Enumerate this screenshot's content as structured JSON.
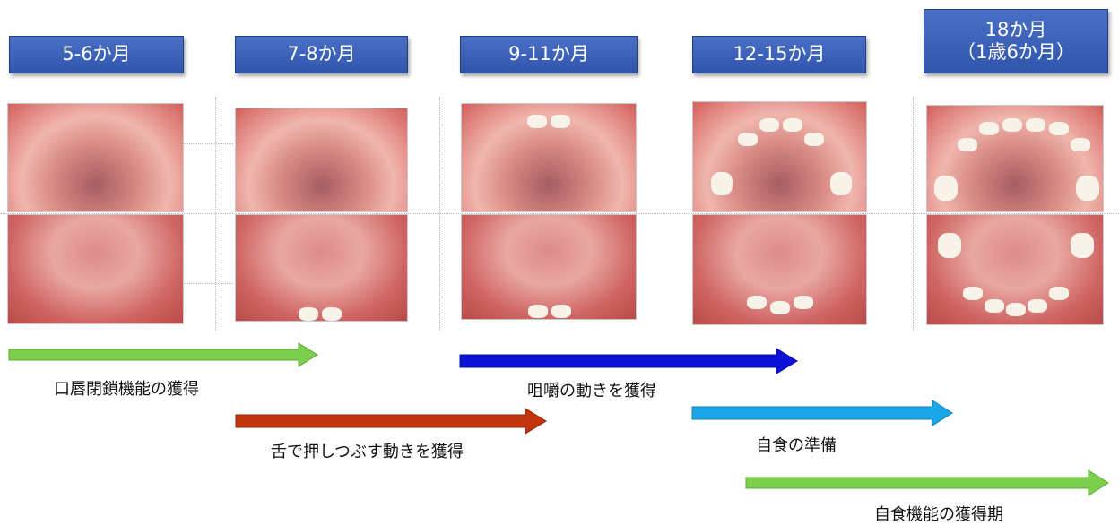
{
  "ages": [
    {
      "lines": [
        "5-6か月"
      ]
    },
    {
      "lines": [
        "7-8か月"
      ]
    },
    {
      "lines": [
        "9-11か月"
      ]
    },
    {
      "lines": [
        "12-15か月"
      ]
    },
    {
      "lines": [
        "18か月",
        "（1歳6か月）"
      ]
    }
  ],
  "arrows": [
    {
      "label": "口唇閉鎖機能の獲得",
      "color": "#7ccf4a"
    },
    {
      "label": "咀嚼の動きを獲得",
      "color": "#0a12d6"
    },
    {
      "label": "舌で押しつぶす動きを獲得",
      "color": "#c2340c"
    },
    {
      "label": "自食の準備",
      "color": "#1aa6e8"
    },
    {
      "label": "自食機能の獲得期",
      "color": "#7ccf4a"
    }
  ]
}
